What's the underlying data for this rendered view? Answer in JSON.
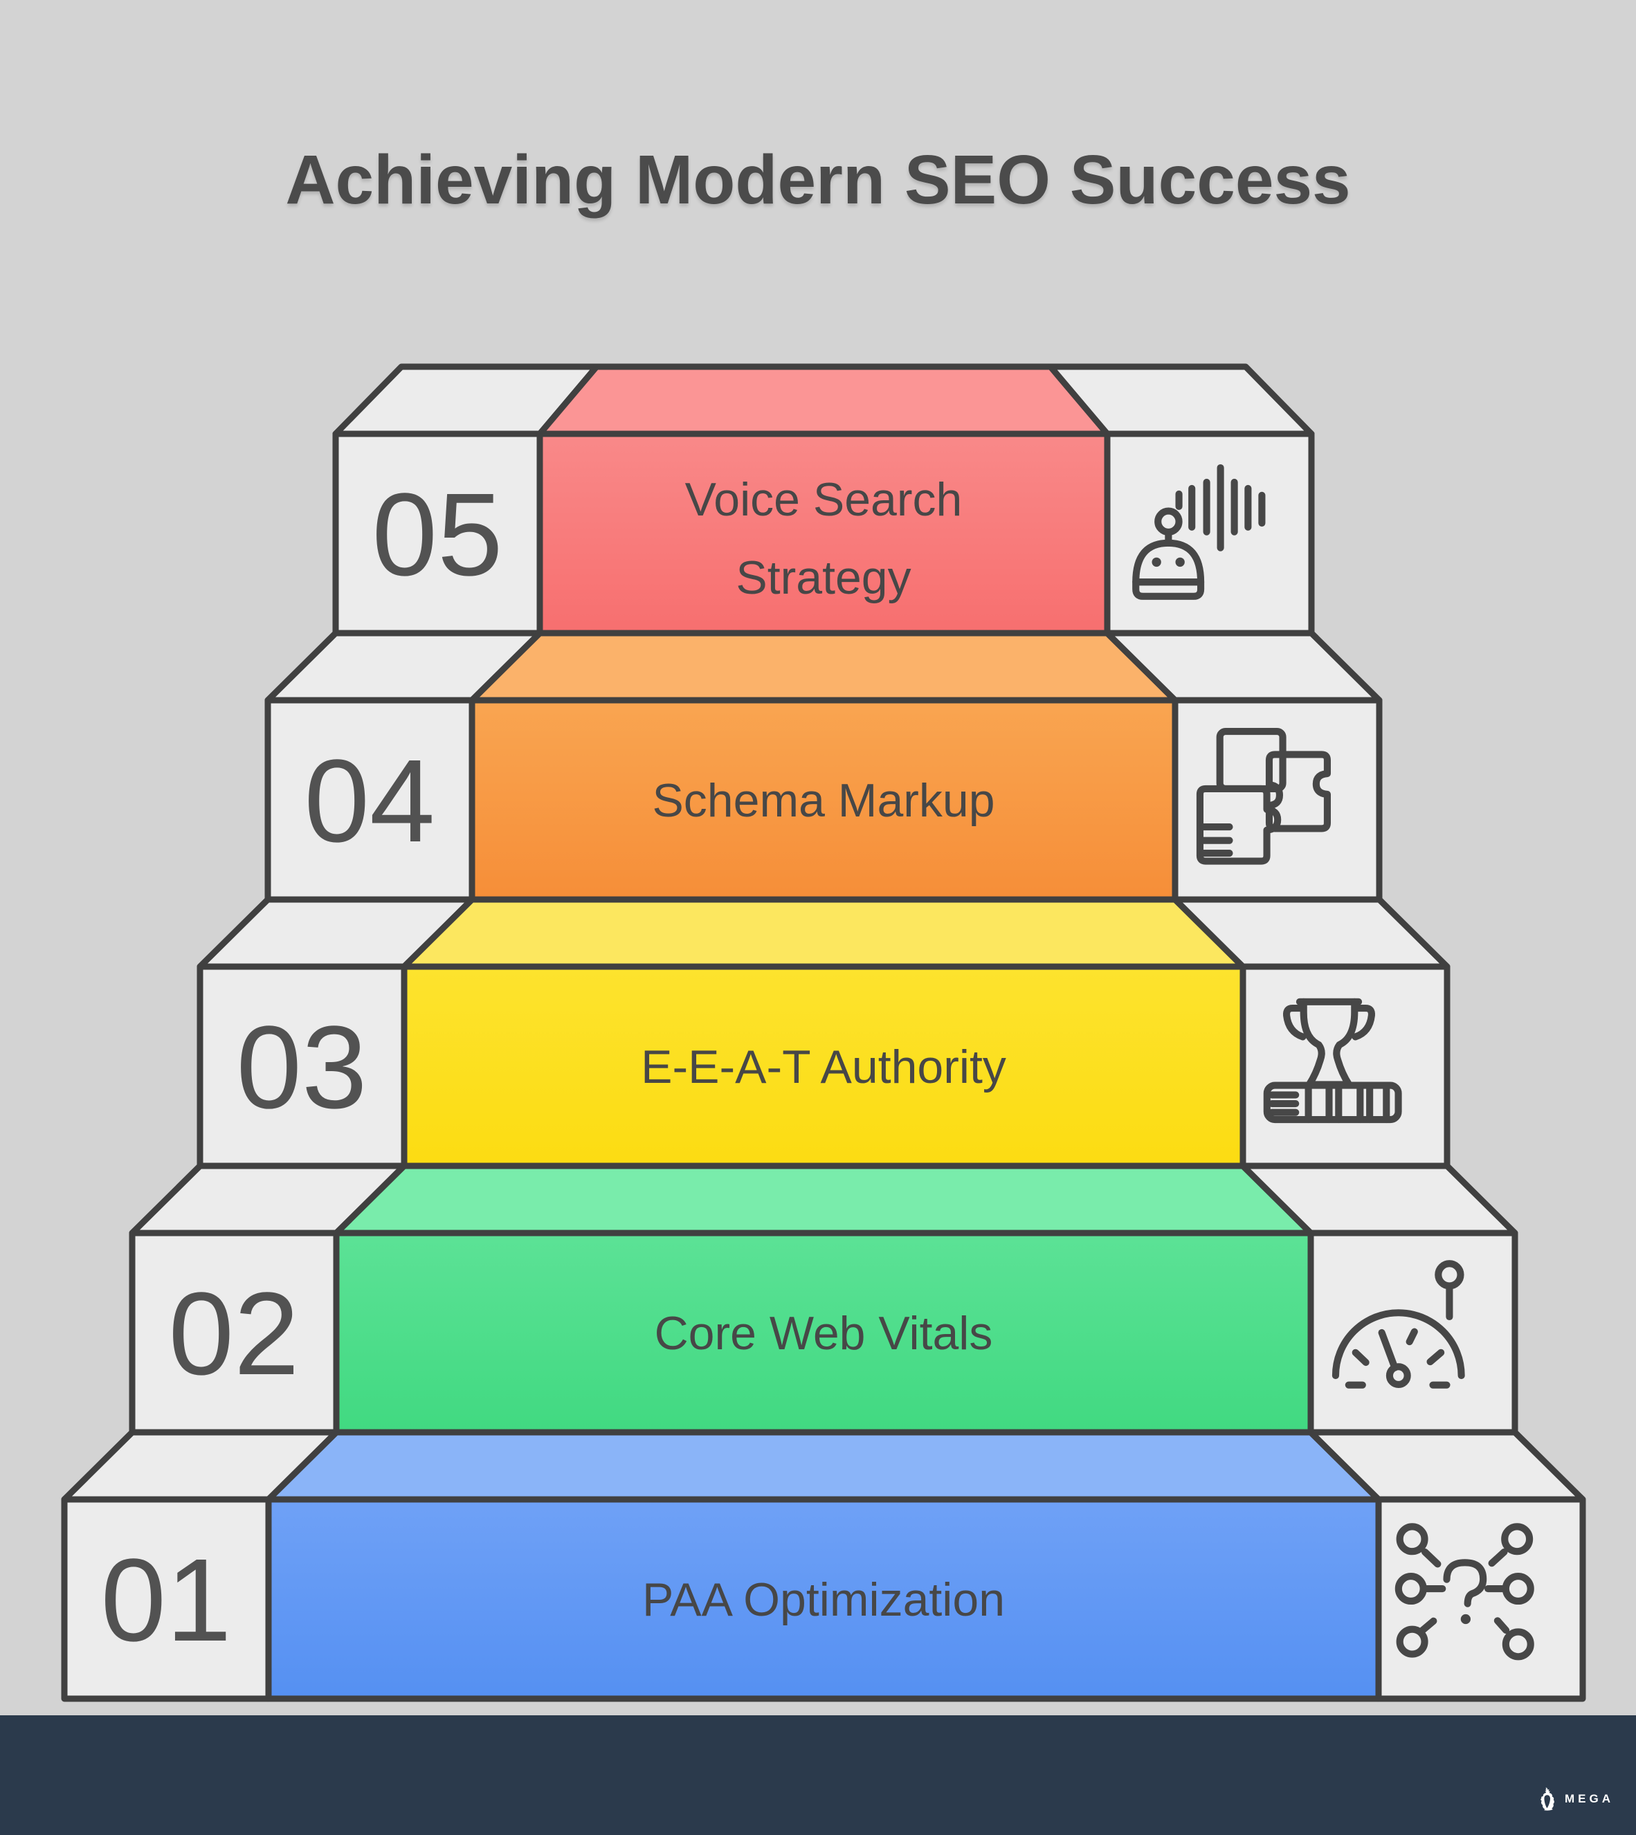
{
  "title": "Achieving Modern SEO Success",
  "steps": [
    {
      "number": "05",
      "label": "Voice Search Strategy",
      "label_lines": [
        "Voice Search",
        "Strategy"
      ],
      "icon": "voice-assistant-robot-with-sound-waves",
      "colors": {
        "top": "#fb9595",
        "front_top": "#f98989",
        "front_bottom": "#f76f6f"
      }
    },
    {
      "number": "04",
      "label": "Schema Markup",
      "label_lines": [
        "Schema Markup"
      ],
      "icon": "interlocking-schema-blocks",
      "colors": {
        "top": "#fbb26a",
        "front_top": "#f9a551",
        "front_bottom": "#f68e38"
      }
    },
    {
      "number": "03",
      "label": "E-E-A-T Authority",
      "label_lines": [
        "E-E-A-T Authority"
      ],
      "icon": "trophy-award",
      "colors": {
        "top": "#fce75f",
        "front_top": "#fde32e",
        "front_bottom": "#fcdc12"
      }
    },
    {
      "number": "02",
      "label": "Core Web Vitals",
      "label_lines": [
        "Core Web Vitals"
      ],
      "icon": "speedometer-gauge",
      "colors": {
        "top": "#79ecab",
        "front_top": "#5ce296",
        "front_bottom": "#41d981"
      }
    },
    {
      "number": "01",
      "label": "PAA Optimization",
      "label_lines": [
        "PAA Optimization"
      ],
      "icon": "question-network-nodes",
      "colors": {
        "top": "#8ab4f8",
        "front_top": "#6fa1f6",
        "front_bottom": "#5590f2"
      }
    }
  ],
  "footer": {
    "brand": "MEGA"
  },
  "palette": {
    "background": "#d3d3d3",
    "outline": "#404040",
    "step_face_gray": "#ececec",
    "text_dark": "#4b4b4b",
    "label_text": "#474747",
    "footer_bg": "#2b3a4c",
    "footer_text": "#ffffff"
  }
}
